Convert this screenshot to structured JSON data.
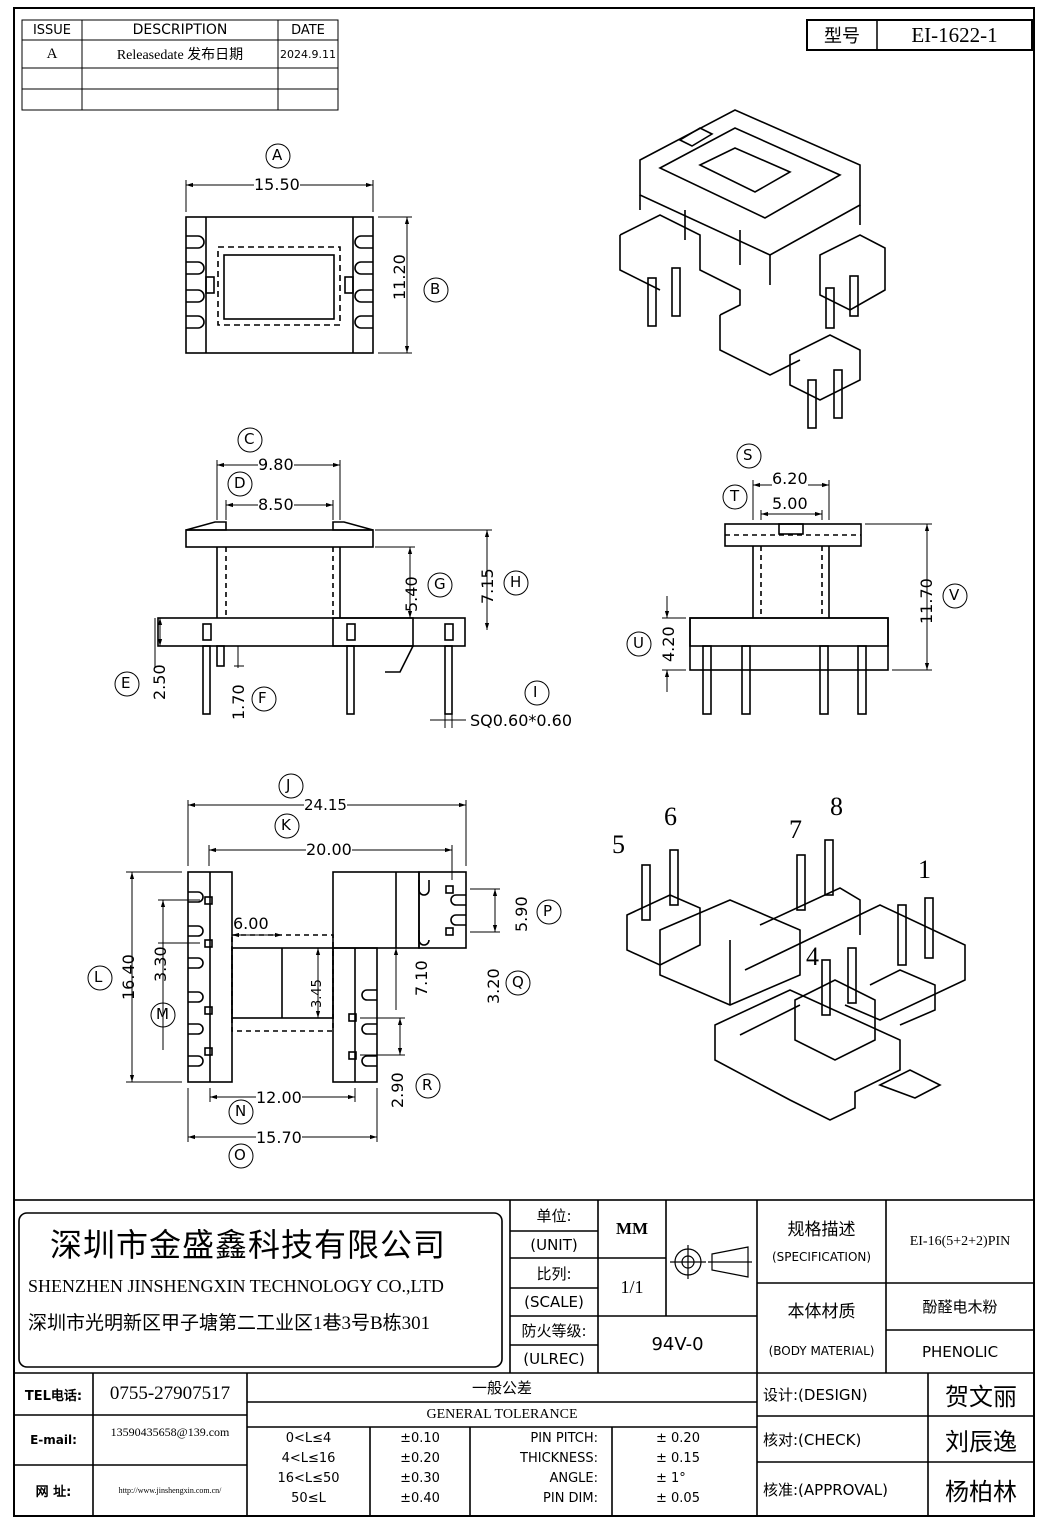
{
  "revision_table": {
    "headers": [
      "ISSUE",
      "DESCRIPTION",
      "DATE"
    ],
    "rows": [
      {
        "issue": "A",
        "description": "Releasedate 发布日期",
        "date": "2024.9.11"
      }
    ]
  },
  "model": {
    "label": "型号",
    "value": "EI-1622-1"
  },
  "dimensions": {
    "A": "15.50",
    "B": "11.20",
    "C": "9.80",
    "D": "8.50",
    "E": "2.50",
    "F": "1.70",
    "G": "5.40",
    "H": "7.15",
    "I": "SQ0.60*0.60",
    "S": "6.20",
    "T": "5.00",
    "U": "4.20",
    "V": "11.70",
    "J": "24.15",
    "K": "20.00",
    "L": "16.40",
    "M": "3.30",
    "N": "12.00",
    "O": "15.70",
    "P": "5.90",
    "Q": "3.20",
    "R": "2.90",
    "inner_w": "6.00",
    "inner_h": "3.45",
    "inner_v": "7.10"
  },
  "pin_numbers": [
    "5",
    "6",
    "7",
    "8",
    "1",
    "4"
  ],
  "title_block": {
    "company_cn": "深圳市金盛鑫科技有限公司",
    "company_en": "SHENZHEN JINSHENGXIN TECHNOLOGY CO.,LTD",
    "address": "深圳市光明新区甲子塘第二工业区1巷3号B栋301",
    "unit_cn": "单位:",
    "unit_en": "(UNIT)",
    "unit_value": "MM",
    "scale_cn": "比列:",
    "scale_en": "(SCALE)",
    "scale_value": "1/1",
    "fire_cn": "防火等级:",
    "fire_en": "(ULREC)",
    "fire_value": "94V-0",
    "spec_cn": "规格描述",
    "spec_en": "(SPECIFICATION)",
    "spec_value": "EI-16(5+2+2)PIN",
    "material_cn": "本体材质",
    "material_en": "(BODY MATERIAL)",
    "material_value_cn": "酚醛电木粉",
    "material_value_en": "PHENOLIC",
    "tel_label": "TEL电话:",
    "tel": "0755-27907517",
    "email_label": "E-mail:",
    "email": "13590435658@139.com",
    "web_label": "网  址:",
    "web": "http://www.jinshengxin.com.cn/",
    "tolerance_cn": "一般公差",
    "tolerance_en": "GENERAL TOLERANCE",
    "tolerance_ranges": [
      "0<L≤4",
      "4<L≤16",
      "16<L≤50",
      "50≤L"
    ],
    "tolerance_values": [
      "±0.10",
      "±0.20",
      "±0.30",
      "±0.40"
    ],
    "other_tol_labels": [
      "PIN PITCH:",
      "THICKNESS:",
      "ANGLE:",
      "PIN DIM:"
    ],
    "other_tol_values": [
      "± 0.20",
      "± 0.15",
      "± 1°",
      "± 0.05"
    ],
    "design_label": "设计:(DESIGN)",
    "design_name": "贺文丽",
    "check_label": "核对:(CHECK)",
    "check_name": "刘辰逸",
    "approval_label": "核准:(APPROVAL)",
    "approval_name": "杨柏林"
  }
}
